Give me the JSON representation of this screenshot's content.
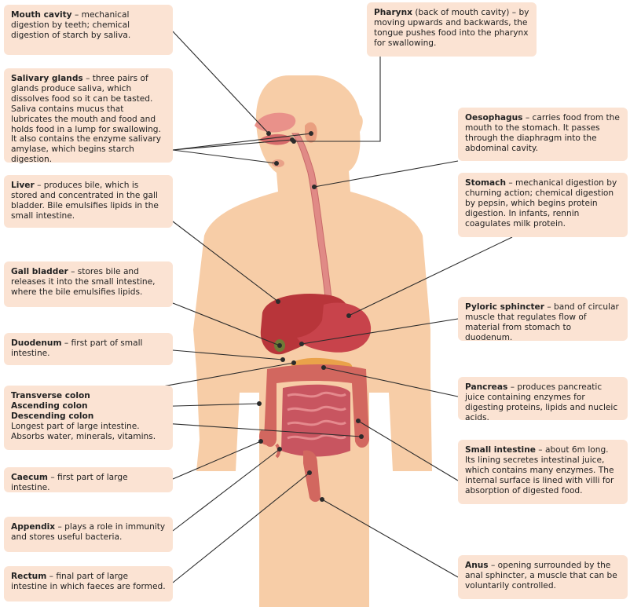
{
  "labels": {
    "mouth_cavity": {
      "title": "Mouth cavity",
      "text": " – mechanical digestion by teeth; chemical digestion of starch by saliva."
    },
    "salivary_glands": {
      "title": "Salivary glands",
      "text": " – three pairs of glands produce saliva, which dissolves food so it can be tasted. Saliva contains mucus that lubricates the mouth and food and holds food in a lump for swallowing. It also contains the enzyme salivary amylase, which begins starch digestion."
    },
    "liver": {
      "title": "Liver",
      "text": " – produces bile, which is stored and concentrated in the gall bladder. Bile emulsifies lipids in the small intestine."
    },
    "gall_bladder": {
      "title": "Gall bladder",
      "text": " – stores bile and releases it into the small intestine, where the bile emulsifies lipids."
    },
    "duodenum": {
      "title": "Duodenum",
      "text": " – first part of small intestine."
    },
    "colon": {
      "title1": "Transverse colon",
      "title2": "Ascending colon",
      "title3": "Descending colon",
      "text": "Longest part of large intestine. Absorbs water, minerals, vitamins."
    },
    "caecum": {
      "title": "Caecum",
      "text": " – first part of large intestine."
    },
    "appendix": {
      "title": "Appendix",
      "text": " – plays a role in immunity and stores useful bacteria."
    },
    "rectum": {
      "title": "Rectum",
      "text": " – final part of large intestine in which faeces are formed."
    },
    "pharynx": {
      "title": "Pharynx",
      "text": " (back of mouth cavity) – by moving upwards and backwards, the tongue pushes food into the pharynx for swallowing."
    },
    "oesophagus": {
      "title": "Oesophagus",
      "text": " – carries food from the mouth to the stomach. It passes through the diaphragm into the abdominal cavity."
    },
    "stomach": {
      "title": "Stomach",
      "text": " – mechanical digestion by churning action; chemical digestion by pepsin, which begins protein digestion. In infants, rennin coagulates milk protein."
    },
    "pyloric_sphincter": {
      "title": "Pyloric sphincter",
      "text": " – band of circular muscle that regulates flow of material from stomach to duodenum."
    },
    "pancreas": {
      "title": "Pancreas",
      "text": " – produces pancreatic juice containing enzymes for digesting proteins, lipids and nucleic acids."
    },
    "small_intestine": {
      "title": "Small intestine",
      "text": "  – about 6m long. Its lining secretes intestinal juice, which contains many enzymes. The internal surface is lined with villi for absorption of digested food."
    },
    "anus": {
      "title": "Anus",
      "text": " – opening surrounded by the anal sphincter, a muscle that can be voluntarily controlled."
    }
  },
  "colors": {
    "body": "#f7cda7",
    "label_bg": "#fbe3d3",
    "organ_red": "#c8434b",
    "liver": "#b8353a",
    "intestine": "#d2675f",
    "pancreas": "#eaa24a",
    "leader_line": "#2b2b2b"
  }
}
